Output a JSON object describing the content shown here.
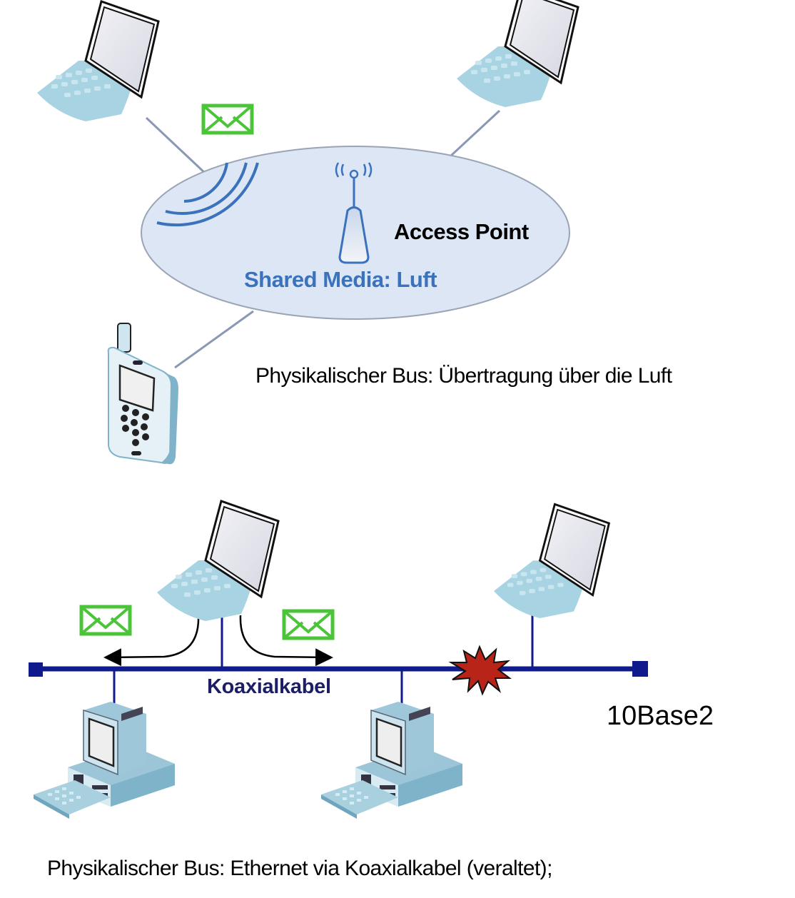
{
  "wireless": {
    "access_point_label": "Access Point",
    "shared_media_label": "Shared Media: Luft",
    "caption": "Physikalischer Bus: Übertragung über die Luft",
    "devices": [
      "laptop",
      "laptop",
      "mobile-phone"
    ],
    "medium_color": "#dce6f5",
    "wave_color": "#3a72bb",
    "message_icon": "envelope-icon"
  },
  "wired": {
    "cable_label": "Koaxialkabel",
    "standard_label": "10Base2",
    "caption": "Physikalischer Bus:  Ethernet via Koaxialkabel (veraltet);",
    "devices": [
      "laptop",
      "laptop",
      "desktop-computer",
      "desktop-computer"
    ],
    "cable_color": "#0f1a8c",
    "collision_color": "#b82418",
    "message_icon": "envelope-icon"
  },
  "colors": {
    "envelope": "#4cc43a",
    "label_blue": "#3a72bb",
    "label_navy": "#1c1f66"
  }
}
